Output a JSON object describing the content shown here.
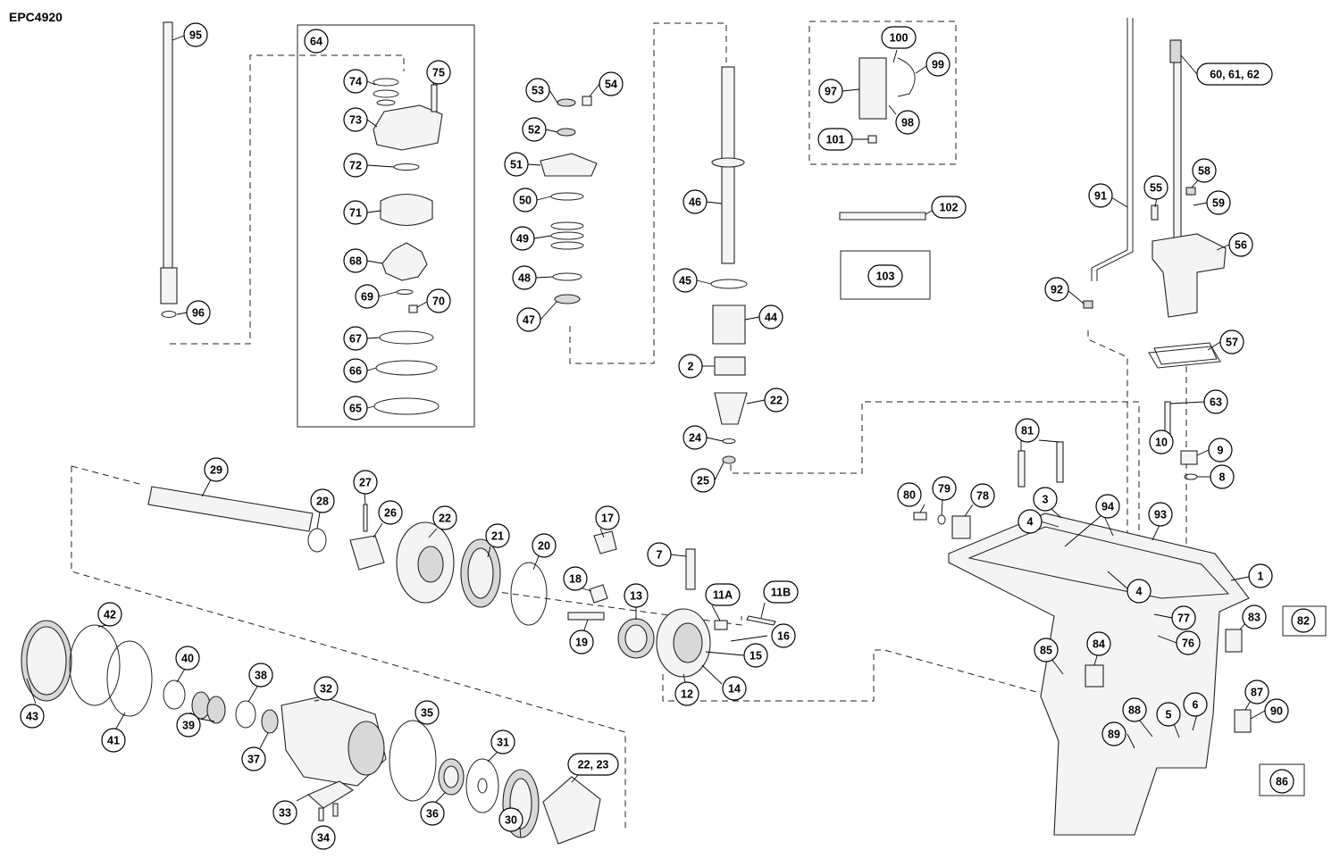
{
  "diagram": {
    "reference": "EPC4920",
    "callouts": [
      "95",
      "96",
      "64",
      "74",
      "75",
      "73",
      "72",
      "71",
      "68",
      "69",
      "70",
      "67",
      "66",
      "65",
      "53",
      "54",
      "52",
      "51",
      "50",
      "49",
      "48",
      "47",
      "46",
      "45",
      "44",
      "2",
      "22",
      "24",
      "25",
      "100",
      "99",
      "97",
      "98",
      "101",
      "102",
      "103",
      "60, 61, 62",
      "58",
      "55",
      "59",
      "91",
      "56",
      "92",
      "57",
      "63",
      "10",
      "9",
      "8",
      "81",
      "80",
      "79",
      "78",
      "3",
      "4",
      "94",
      "93",
      "1",
      "4",
      "77",
      "76",
      "82",
      "83",
      "85",
      "84",
      "88",
      "5",
      "6",
      "87",
      "90",
      "89",
      "86",
      "29",
      "28",
      "27",
      "26",
      "22",
      "21",
      "20",
      "17",
      "7",
      "11A",
      "11B",
      "18",
      "13",
      "16",
      "15",
      "19",
      "12",
      "14",
      "42",
      "43",
      "41",
      "40",
      "39",
      "38",
      "32",
      "37",
      "35",
      "31",
      "22, 23",
      "33",
      "34",
      "36",
      "30"
    ]
  }
}
